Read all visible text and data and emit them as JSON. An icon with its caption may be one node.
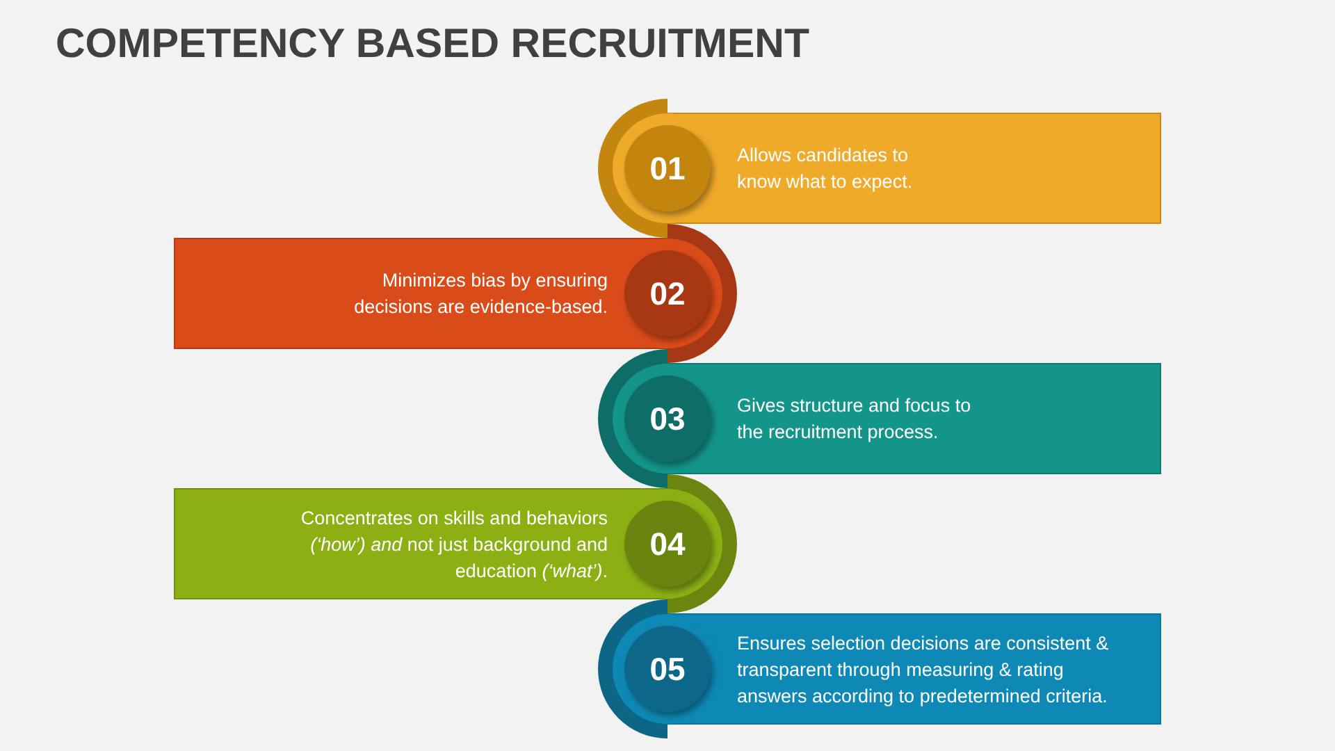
{
  "diagram": {
    "title": "COMPETENCY BASED RECRUITMENT",
    "nodes": [
      {
        "text": [
          "01",
          "Allows candidates to know what to expect."
        ]
      },
      {
        "text": [
          "Minimizes bias by ensuring decisions are evidence-based.",
          "02"
        ]
      },
      {
        "text": [
          "03",
          "Gives structure and focus to the recruitment process."
        ]
      },
      {
        "text": [
          "Concentrates on skills and behaviors *(‘how’) and* not just background and education *(‘what’)*.",
          "04"
        ]
      },
      {
        "text": [
          "05",
          "Ensures selection decisions are consistent & transparent through measuring & rating answers according to predetermined criteria."
        ]
      }
    ]
  }
}
